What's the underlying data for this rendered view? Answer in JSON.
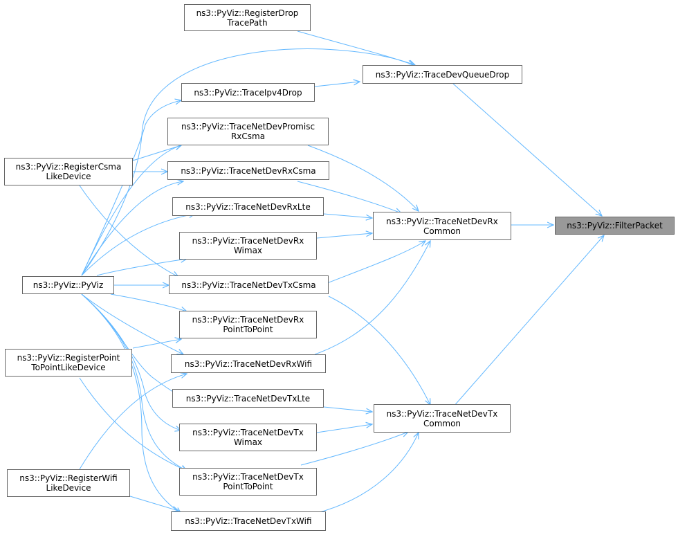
{
  "diagram": {
    "edge_color": "#63b8ff",
    "focus_fill": "#999999",
    "node_border": "#666666",
    "nodes": {
      "filter": {
        "lines": [
          "ns3::PyViz::FilterPacket"
        ]
      },
      "regDrop": {
        "lines": [
          "ns3::PyViz::RegisterDrop",
          "TracePath"
        ]
      },
      "devQueueDrop": {
        "lines": [
          "ns3::PyViz::TraceDevQueueDrop"
        ]
      },
      "ipv4Drop": {
        "lines": [
          "ns3::PyViz::TraceIpv4Drop"
        ]
      },
      "promisc": {
        "lines": [
          "ns3::PyViz::TraceNetDevPromisc",
          "RxCsma"
        ]
      },
      "regCsma": {
        "lines": [
          "ns3::PyViz::RegisterCsma",
          "LikeDevice"
        ]
      },
      "rxCsma": {
        "lines": [
          "ns3::PyViz::TraceNetDevRxCsma"
        ]
      },
      "rxLte": {
        "lines": [
          "ns3::PyViz::TraceNetDevRxLte"
        ]
      },
      "rxCommon": {
        "lines": [
          "ns3::PyViz::TraceNetDevRx",
          "Common"
        ]
      },
      "rxWimax": {
        "lines": [
          "ns3::PyViz::TraceNetDevRx",
          "Wimax"
        ]
      },
      "pyviz": {
        "lines": [
          "ns3::PyViz::PyViz"
        ]
      },
      "txCsma": {
        "lines": [
          "ns3::PyViz::TraceNetDevTxCsma"
        ]
      },
      "rxP2P": {
        "lines": [
          "ns3::PyViz::TraceNetDevRx",
          "PointToPoint"
        ]
      },
      "regP2P": {
        "lines": [
          "ns3::PyViz::RegisterPoint",
          "ToPointLikeDevice"
        ]
      },
      "rxWifi": {
        "lines": [
          "ns3::PyViz::TraceNetDevRxWifi"
        ]
      },
      "txLte": {
        "lines": [
          "ns3::PyViz::TraceNetDevTxLte"
        ]
      },
      "txCommon": {
        "lines": [
          "ns3::PyViz::TraceNetDevTx",
          "Common"
        ]
      },
      "txWimax": {
        "lines": [
          "ns3::PyViz::TraceNetDevTx",
          "Wimax"
        ]
      },
      "txP2P": {
        "lines": [
          "ns3::PyViz::TraceNetDevTx",
          "PointToPoint"
        ]
      },
      "regWifi": {
        "lines": [
          "ns3::PyViz::RegisterWifi",
          "LikeDevice"
        ]
      },
      "txWifi": {
        "lines": [
          "ns3::PyViz::TraceNetDevTxWifi"
        ]
      }
    }
  }
}
